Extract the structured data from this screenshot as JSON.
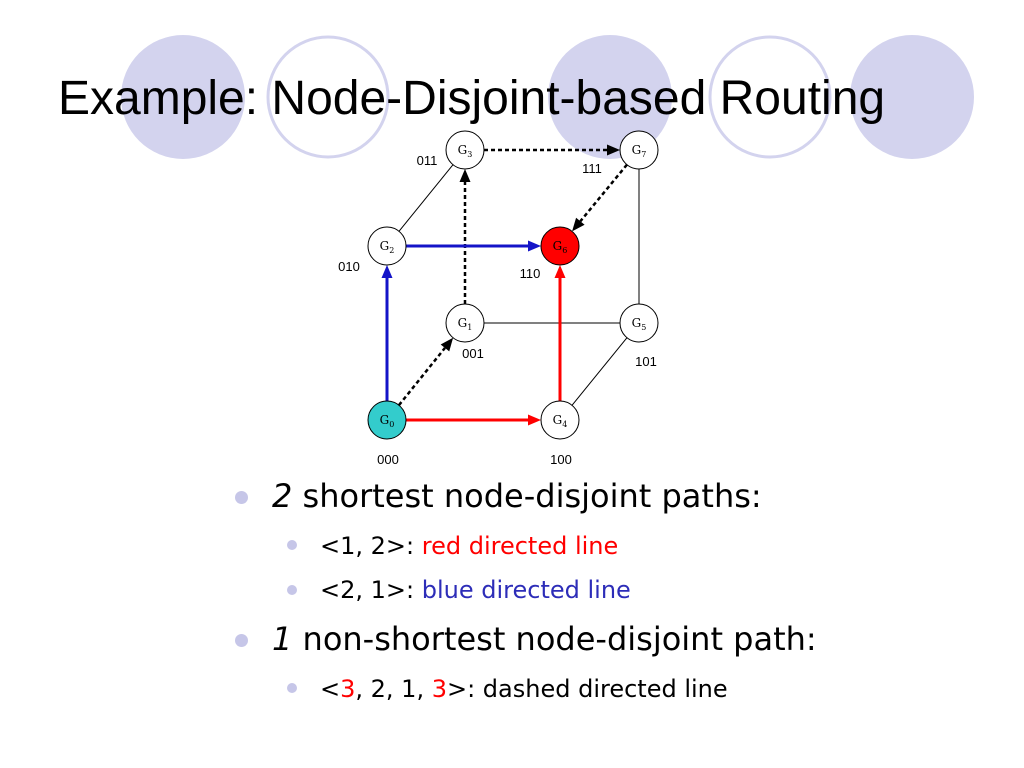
{
  "slide": {
    "title": "Example: Node-Disjoint-based Routing"
  },
  "colors": {
    "decor_circle": "#d3d3ee",
    "bullet_dot": "#c6c6e8"
  },
  "diagram": {
    "nodes": [
      {
        "label": "G",
        "subscript": "0",
        "code": "000",
        "fill": "#33cccc"
      },
      {
        "label": "G",
        "subscript": "1",
        "code": "001",
        "fill": "#ffffff"
      },
      {
        "label": "G",
        "subscript": "2",
        "code": "010",
        "fill": "#ffffff"
      },
      {
        "label": "G",
        "subscript": "3",
        "code": "011",
        "fill": "#ffffff"
      },
      {
        "label": "G",
        "subscript": "4",
        "code": "100",
        "fill": "#ffffff"
      },
      {
        "label": "G",
        "subscript": "5",
        "code": "101",
        "fill": "#ffffff"
      },
      {
        "label": "G",
        "subscript": "6",
        "code": "110",
        "fill": "#ff0000"
      },
      {
        "label": "G",
        "subscript": "7",
        "code": "111",
        "fill": "#ffffff"
      }
    ],
    "edges": [
      {
        "from": 2,
        "to": 3,
        "color": "#000000",
        "dashed": false,
        "arrow": false
      },
      {
        "from": 1,
        "to": 5,
        "color": "#000000",
        "dashed": false,
        "arrow": false
      },
      {
        "from": 4,
        "to": 5,
        "color": "#000000",
        "dashed": false,
        "arrow": false
      },
      {
        "from": 5,
        "to": 7,
        "color": "#000000",
        "dashed": false,
        "arrow": false
      },
      {
        "from": 0,
        "to": 1,
        "color": "#000000",
        "dashed": true,
        "arrow": true
      },
      {
        "from": 1,
        "to": 3,
        "color": "#000000",
        "dashed": true,
        "arrow": true
      },
      {
        "from": 3,
        "to": 7,
        "color": "#000000",
        "dashed": true,
        "arrow": true
      },
      {
        "from": 7,
        "to": 6,
        "color": "#000000",
        "dashed": true,
        "arrow": true
      },
      {
        "from": 0,
        "to": 2,
        "color": "#1414c8",
        "dashed": false,
        "arrow": true
      },
      {
        "from": 2,
        "to": 6,
        "color": "#1414c8",
        "dashed": false,
        "arrow": true
      },
      {
        "from": 0,
        "to": 4,
        "color": "#ff0000",
        "dashed": false,
        "arrow": true
      },
      {
        "from": 4,
        "to": 6,
        "color": "#ff0000",
        "dashed": false,
        "arrow": true
      }
    ]
  },
  "bullets": [
    {
      "segments": [
        {
          "text": "2"
        },
        {
          "text": " shortest node-disjoint paths:"
        }
      ],
      "children": [
        {
          "segments": [
            {
              "text": "<1, 2>: "
            },
            {
              "text": "red directed line",
              "color": "#ff0000"
            }
          ]
        },
        {
          "segments": [
            {
              "text": "<2, 1>: "
            },
            {
              "text": "blue directed line",
              "color": "#2d2db8"
            }
          ]
        }
      ]
    },
    {
      "segments": [
        {
          "text": "1"
        },
        {
          "text": " non-shortest node-disjoint path:"
        }
      ],
      "children": [
        {
          "segments": [
            {
              "text": "<"
            },
            {
              "text": "3",
              "color": "#ff0000"
            },
            {
              "text": ", 2, 1, "
            },
            {
              "text": "3",
              "color": "#ff0000"
            },
            {
              "text": ">: dashed directed line"
            }
          ]
        }
      ]
    }
  ]
}
